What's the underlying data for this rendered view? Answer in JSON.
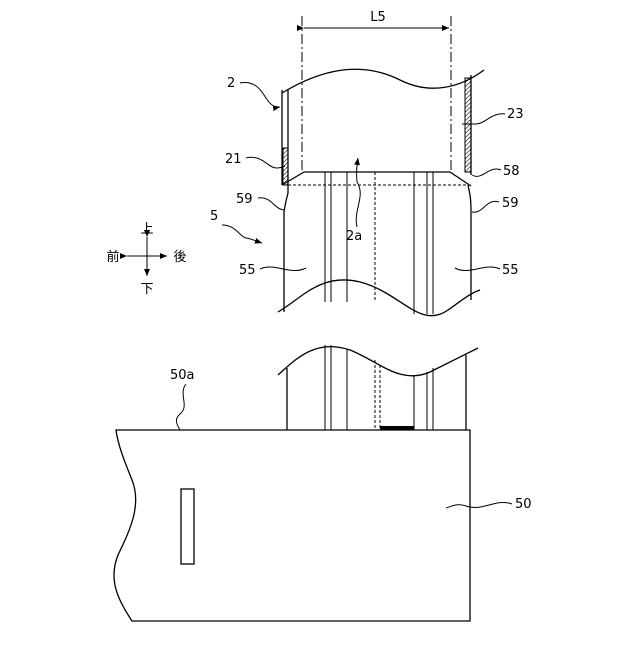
{
  "dimension": {
    "label": "L5"
  },
  "labels": {
    "ref_2": "2",
    "ref_23": "23",
    "ref_21": "21",
    "ref_58": "58",
    "ref_59_left": "59",
    "ref_59_right": "59",
    "ref_5": "5",
    "ref_2a": "2a",
    "ref_55_left": "55",
    "ref_55_right": "55",
    "ref_50a": "50a",
    "ref_50": "50"
  },
  "directions": {
    "up": "上",
    "down": "下",
    "front": "前",
    "rear": "後"
  }
}
